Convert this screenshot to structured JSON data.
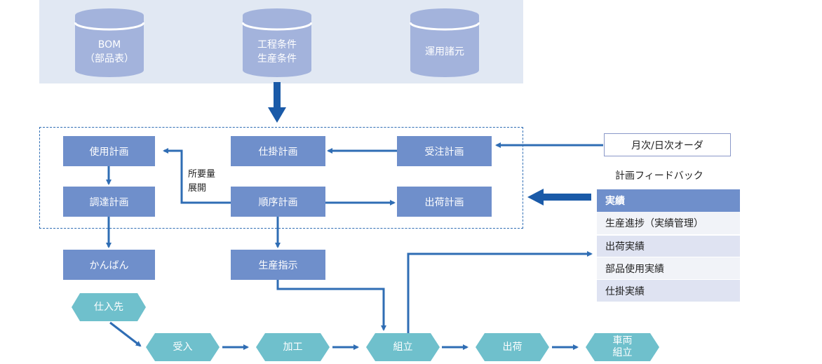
{
  "databases": {
    "bom": "BOM\n（部品表）",
    "process": "工程条件\n生産条件",
    "operation": "運用諸元"
  },
  "planning": {
    "usage": "使用計画",
    "intermediate": "仕掛計画",
    "order_receive": "受注計画",
    "procurement": "調達計画",
    "sequence": "順序計画",
    "shipping": "出荷計画"
  },
  "requirement_label": "所要量\n展開",
  "kanban": "かんばん",
  "production_instruction": "生産指示",
  "monthly_daily_order": "月次/日次オーダ",
  "feedback": {
    "title": "計画フィードバック",
    "header": "実績",
    "rows": [
      "生産進捗（実績管理）",
      "出荷実績",
      "部品使用実績",
      "仕掛実績"
    ]
  },
  "flow": {
    "supplier": "仕入先",
    "receive": "受入",
    "processing": "加工",
    "assembly": "組立",
    "shipment": "出荷",
    "vehicle_assembly": "車両\n組立"
  },
  "colors": {
    "box": "#6f8fcb",
    "hexagon": "#6fc0cc",
    "arrow": "#2f6db4",
    "band": "#e1e8f3",
    "db_body": "#a3b3dc"
  }
}
